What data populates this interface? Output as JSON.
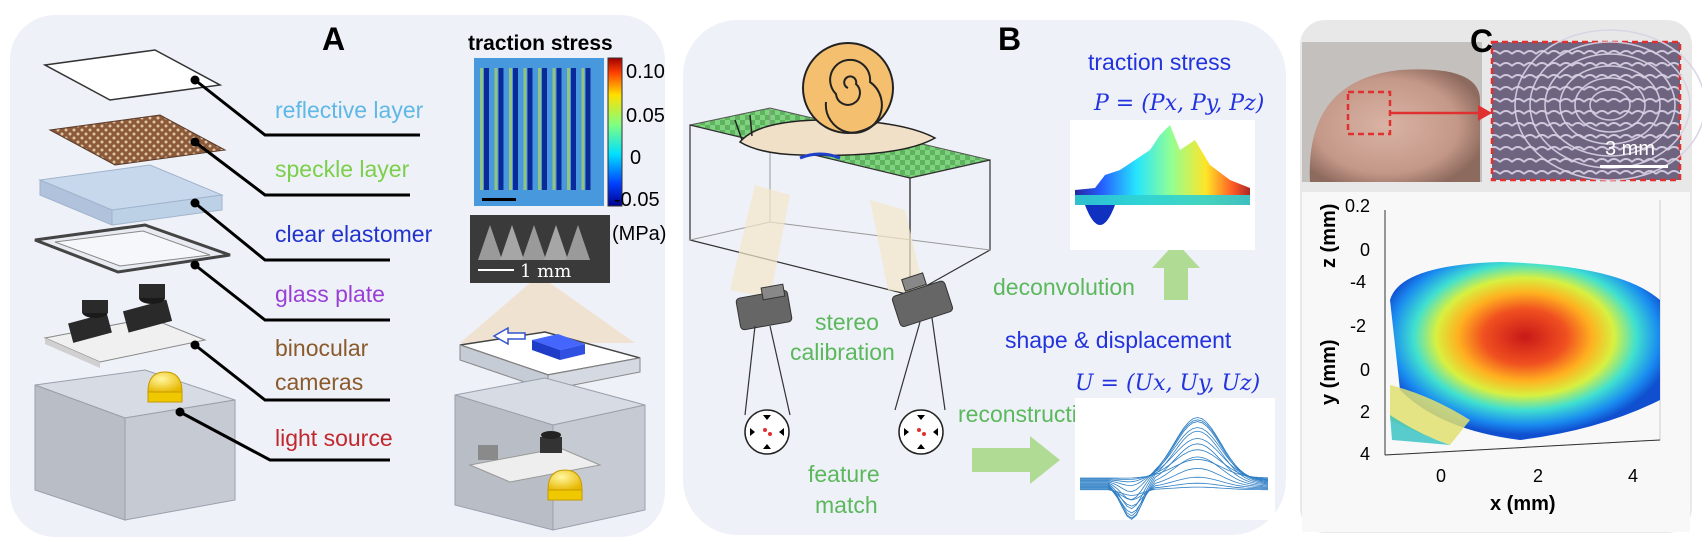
{
  "panels": {
    "a": {
      "letter": "A",
      "layers": [
        {
          "label": "reflective layer",
          "color": "#5fb8e6"
        },
        {
          "label": "speckle layer",
          "color": "#7ccf4a"
        },
        {
          "label": "clear elastomer",
          "color": "#2233cc"
        },
        {
          "label": "glass plate",
          "color": "#9a3fd6"
        },
        {
          "label": "binocular",
          "color": "#8b5a2b"
        },
        {
          "label": "cameras",
          "color": "#8b5a2b"
        },
        {
          "label": "light source",
          "color": "#c0282d"
        }
      ],
      "heatmap": {
        "title": "traction stress",
        "colorbar_ticks": [
          "0.10",
          "0.05",
          "0",
          "-0.05"
        ],
        "unit": "(MPa)",
        "scalebar_label": "1 mm"
      }
    },
    "b": {
      "letter": "B",
      "title_stress": "traction stress",
      "eq_p": "P = (Px, Py, Pz)",
      "deconvolution": "deconvolution",
      "title_shape": "shape & displacement",
      "eq_u": "U = (Ux, Uy, Uz)",
      "stereo": "stereo",
      "calibration": "calibration",
      "reconstruction": "reconstruction",
      "feature": "feature",
      "match": "match"
    },
    "c": {
      "letter": "C",
      "scalebar_label": "3 mm",
      "z_axis_label": "z (mm)",
      "y_axis_label": "y (mm)",
      "x_axis_label": "x (mm)",
      "z_ticks": [
        "0.2",
        "0",
        "-4"
      ],
      "y_ticks": [
        "-2",
        "0",
        "2",
        "4"
      ],
      "x_ticks": [
        "0",
        "2",
        "4"
      ]
    }
  },
  "colors": {
    "title_blue": "#2233dd",
    "green_text": "#5cb85c",
    "black": "#000000"
  }
}
